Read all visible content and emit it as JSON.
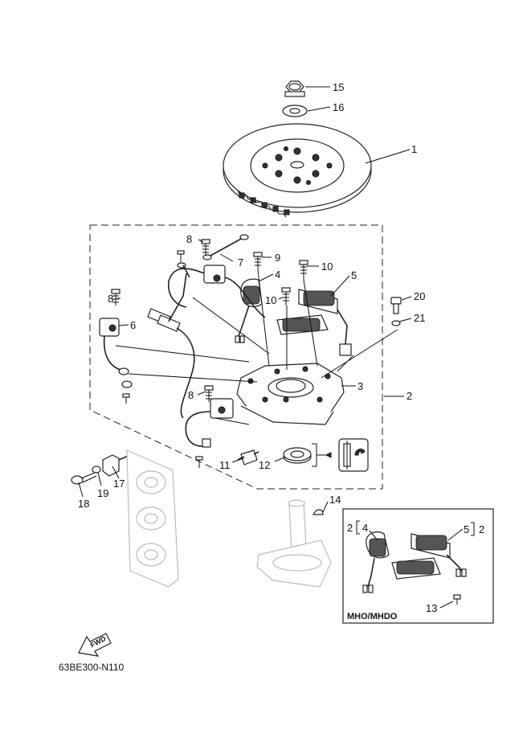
{
  "callouts": {
    "p1": "1",
    "p2": "2",
    "p3": "3",
    "p4": "4",
    "p5": "5",
    "p6": "6",
    "p7": "7",
    "p8a": "8",
    "p8b": "8",
    "p8c": "8",
    "p9": "9",
    "p10a": "10",
    "p10b": "10",
    "p11": "11",
    "p12": "12",
    "p13": "13",
    "p14": "14",
    "p15": "15",
    "p16": "16",
    "p17": "17",
    "p18": "18",
    "p19": "19",
    "p20": "20",
    "p21": "21"
  },
  "inset": {
    "title": "MHO/MHDO",
    "label_left_outer": "2",
    "label_left_inner": "4",
    "label_right_inner": "5",
    "label_right_outer": "2"
  },
  "fwd_arrow": "FWD",
  "diagram_code": "63BE300-N110"
}
